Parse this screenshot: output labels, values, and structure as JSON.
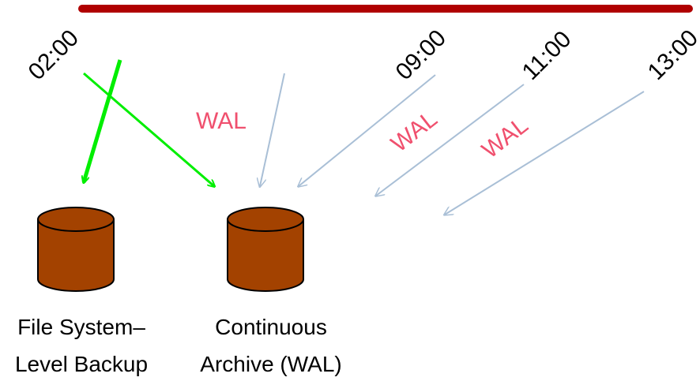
{
  "colors": {
    "timeline": "#b00000",
    "backup_arrow": "#00ee00",
    "wal_arrow": "#a9bfd6",
    "wal_text": "#f0506e",
    "cylinder_fill": "#a34200",
    "cylinder_stroke": "#000000"
  },
  "timeline": {
    "times": [
      "02:00",
      "09:00",
      "11:00",
      "13:00"
    ]
  },
  "wal_labels": [
    "WAL",
    "WAL",
    "WAL"
  ],
  "storages": [
    {
      "icon": "database-cylinder-icon",
      "caption_line1": "File System–",
      "caption_line2": "Level Backup"
    },
    {
      "icon": "database-cylinder-icon",
      "caption_line1": "Continuous",
      "caption_line2": "Archive (WAL)"
    }
  ]
}
